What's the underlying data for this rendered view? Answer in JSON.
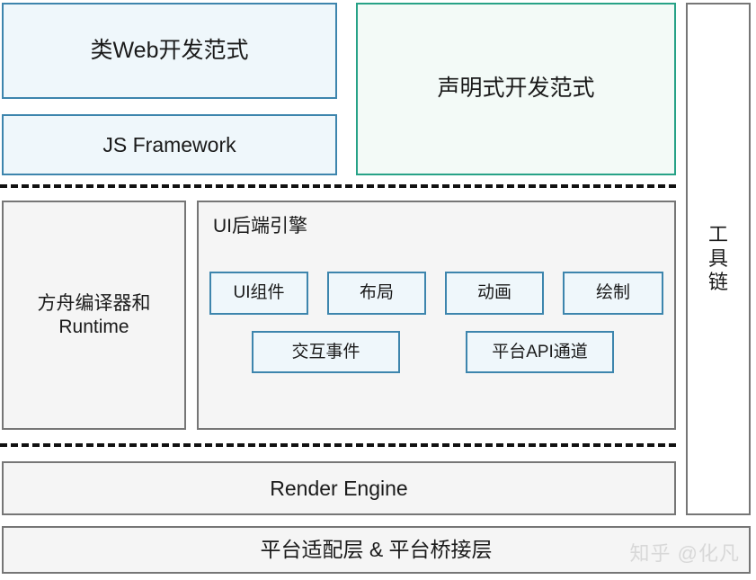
{
  "diagram": {
    "title": "ArkUI / HarmonyOS UI framework layered architecture",
    "colors": {
      "blue_border": "#3d85ad",
      "blue_fill": "#eff7fb",
      "teal_border": "#27a287",
      "teal_fill": "#f3faf7",
      "gray_border": "#767676",
      "gray_fill": "#f5f5f5",
      "white_fill": "#ffffff",
      "dashed_line": "#111111",
      "watermark": "#d8d8d8"
    },
    "paradigm_layer": {
      "web_like": "类Web开发范式",
      "js_framework": "JS Framework",
      "declarative": "声明式开发范式"
    },
    "engine_layer": {
      "ark_compiler": "方舟编译器和\nRuntime",
      "ark_compiler_line1": "方舟编译器和",
      "ark_compiler_line2": "Runtime",
      "ui_backend_engine_label": "UI后端引擎",
      "modules_row1": [
        {
          "label": "UI组件"
        },
        {
          "label": "布局"
        },
        {
          "label": "动画"
        },
        {
          "label": "绘制"
        }
      ],
      "modules_row2": [
        {
          "label": "交互事件"
        },
        {
          "label": "平台API通道"
        }
      ]
    },
    "render_layer": {
      "render_engine": "Render Engine"
    },
    "toolchain": {
      "label": "工具链",
      "chars": [
        "工",
        "具",
        "链"
      ]
    },
    "platform_layer": {
      "label": "平台适配层 & 平台桥接层"
    },
    "watermark": {
      "text": "知乎 @化凡"
    }
  }
}
